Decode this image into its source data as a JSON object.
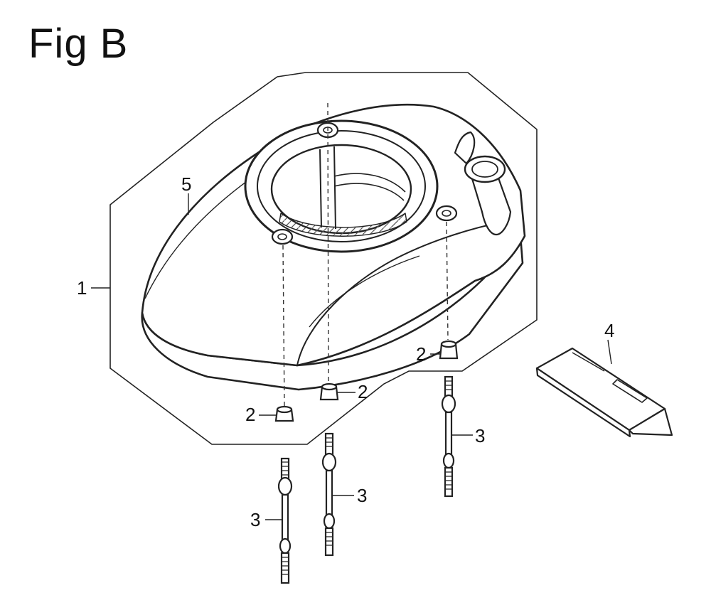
{
  "figure": {
    "title": "Fig B"
  },
  "callouts": {
    "c1": "1",
    "c2a": "2",
    "c2b": "2",
    "c2c": "2",
    "c3a": "3",
    "c3b": "3",
    "c3c": "3",
    "c4": "4",
    "c5": "5"
  }
}
